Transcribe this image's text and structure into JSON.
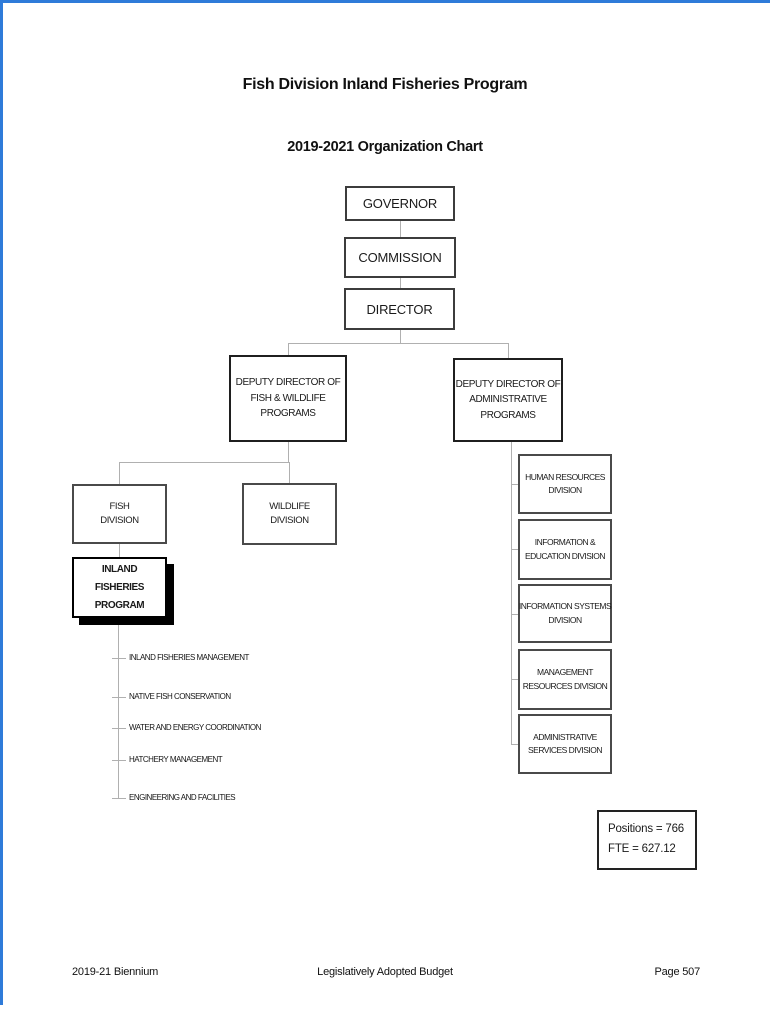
{
  "page": {
    "accent_color": "#2f7bd9"
  },
  "document": {
    "title": "Fish Division Inland Fisheries Program",
    "subtitle": "2019-2021 Organization Chart"
  },
  "org_chart": {
    "governor": {
      "label": "GOVERNOR"
    },
    "commission": {
      "label": "COMMISSION"
    },
    "director": {
      "label": "DIRECTOR"
    },
    "deputy_fish_wildlife": {
      "lines": [
        "DEPUTY DIRECTOR OF",
        "FISH & WILDLIFE",
        "PROGRAMS"
      ]
    },
    "deputy_administrative": {
      "lines": [
        "DEPUTY DIRECTOR OF",
        "ADMINISTRATIVE",
        "PROGRAMS"
      ]
    },
    "fish_division": {
      "lines": [
        "FISH",
        "DIVISION"
      ]
    },
    "wildlife_division": {
      "lines": [
        "WILDLIFE",
        "DIVISION"
      ]
    },
    "inland_fisheries_program": {
      "lines": [
        "INLAND",
        "FISHERIES",
        "PROGRAM"
      ]
    },
    "program_units": [
      "INLAND FISHERIES MANAGEMENT",
      "NATIVE FISH CONSERVATION",
      "WATER AND ENERGY COORDINATION",
      "HATCHERY MANAGEMENT",
      "ENGINEERING AND FACILITIES"
    ],
    "admin_divisions": [
      {
        "lines": [
          "HUMAN RESOURCES",
          "DIVISION"
        ]
      },
      {
        "lines": [
          "INFORMATION &",
          "EDUCATION DIVISION"
        ]
      },
      {
        "lines": [
          "INFORMATION SYSTEMS",
          "DIVISION"
        ]
      },
      {
        "lines": [
          "MANAGEMENT",
          "RESOURCES DIVISION"
        ]
      },
      {
        "lines": [
          "ADMINISTRATIVE",
          "SERVICES DIVISION"
        ]
      }
    ],
    "stats_box": {
      "positions": "Positions = 766",
      "fte": "FTE = 627.12"
    }
  },
  "footer": {
    "left": "2019-21 Biennium",
    "center": "Legislatively Adopted Budget",
    "right": "Page 507"
  }
}
